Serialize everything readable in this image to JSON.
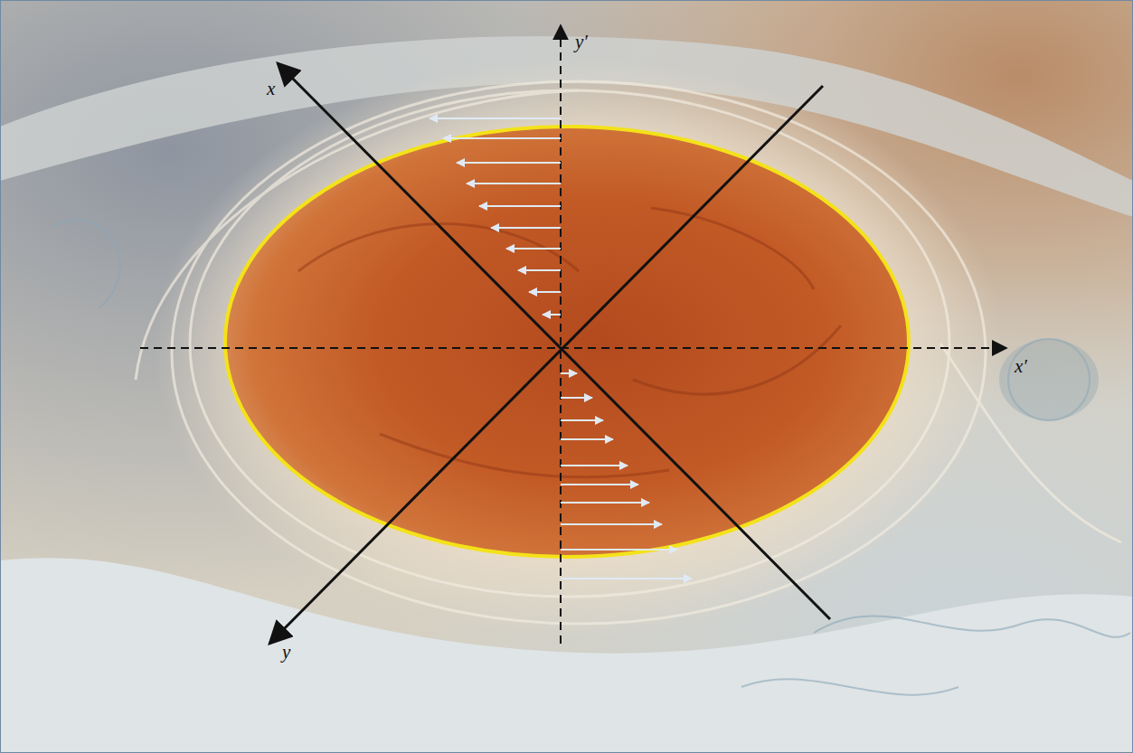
{
  "diagram": {
    "labels": [
      "x",
      "y′",
      "x′",
      "y"
    ]
  }
}
